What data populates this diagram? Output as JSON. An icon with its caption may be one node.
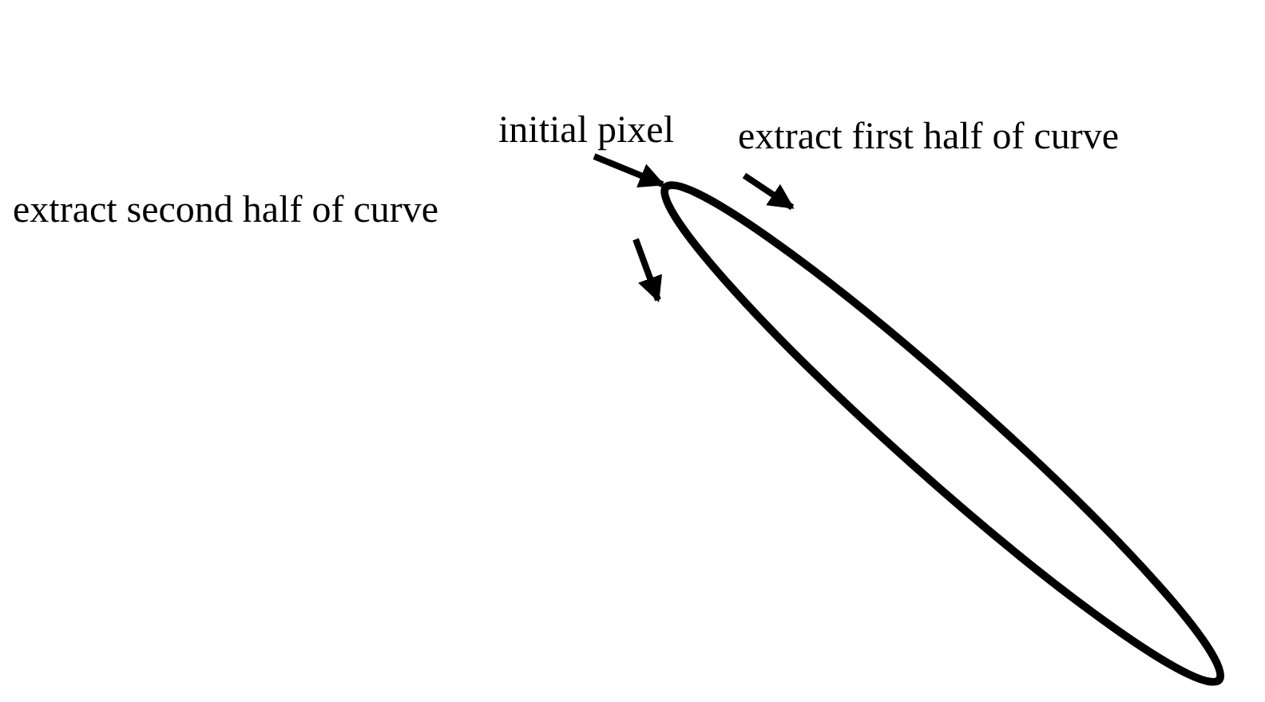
{
  "diagram": {
    "nodes": [
      {
        "text": [
          "initial pixel"
        ]
      },
      {
        "text": [],
        "shape": "ellipse"
      }
    ],
    "edges": [
      {
        "from": 0,
        "to": 1,
        "arrow": "to"
      }
    ],
    "labels": [
      "extract first half of curve",
      "extract second half of curve"
    ]
  }
}
